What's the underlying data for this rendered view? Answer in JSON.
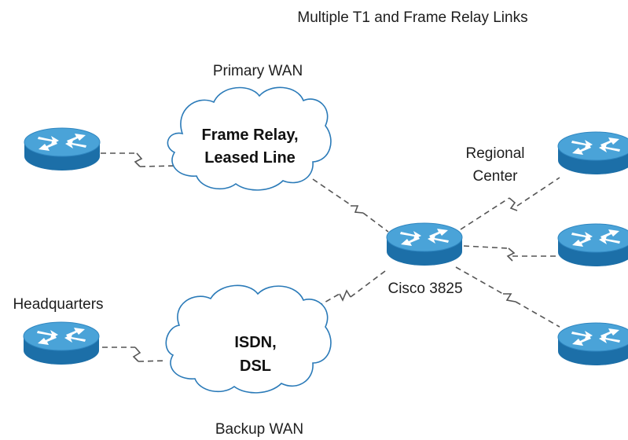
{
  "title": "Multiple T1 and Frame Relay Links",
  "clouds": {
    "primary": {
      "caption": "Primary WAN",
      "line1": "Frame Relay,",
      "line2": "Leased Line"
    },
    "backup": {
      "caption": "Backup WAN",
      "line1": "ISDN,",
      "line2": "DSL"
    }
  },
  "routers": {
    "left_top": {
      "label": ""
    },
    "headquarters": {
      "label": "Headquarters"
    },
    "cisco3825": {
      "label": "Cisco 3825"
    },
    "regional": {
      "line1": "Regional",
      "line2": "Center"
    },
    "right_top": {
      "label": ""
    },
    "right_mid": {
      "label": ""
    },
    "right_bottom": {
      "label": ""
    }
  },
  "colors": {
    "router_top": "#4aa3d8",
    "router_side": "#1c6fa8",
    "cloud_stroke": "#2a7ab8",
    "link": "#555555"
  }
}
